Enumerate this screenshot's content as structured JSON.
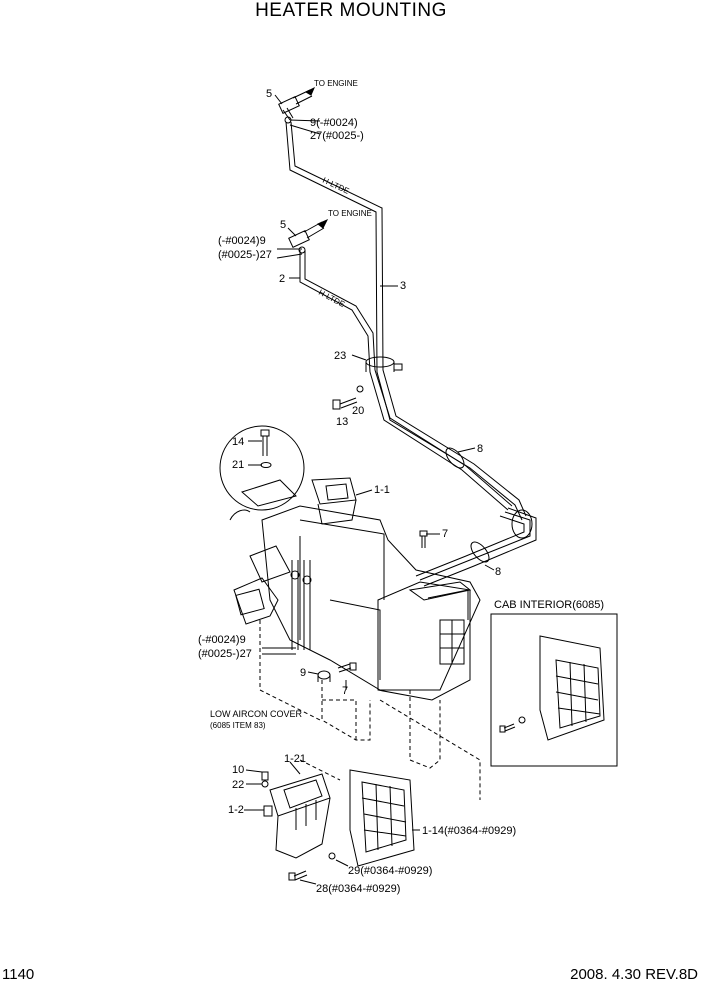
{
  "title": "HEATER MOUNTING",
  "labels": {
    "to_engine_1": "TO ENGINE",
    "to_engine_2": "TO ENGINE",
    "p5_top": "5",
    "p9_27_top_a": "9(-#0024)",
    "p9_27_top_b": "27(#0025-)",
    "p5_mid": "5",
    "p9_27_mid_a": "(-#0024)9",
    "p9_27_mid_b": "(#0025-)27",
    "p2": "2",
    "p3": "3",
    "p23": "23",
    "p20": "20",
    "p13": "13",
    "p14": "14",
    "p21": "21",
    "p8_upper": "8",
    "p1_1": "1-1",
    "p7_upper": "7",
    "p8_lower": "8",
    "cab_interior": "CAB INTERIOR(6085)",
    "p9_27_low_a": "(-#0024)9",
    "p9_27_low_b": "(#0025-)27",
    "p9_low": "9",
    "p7_low": "7",
    "low_aircon_a": "LOW AIRCON COVER",
    "low_aircon_b": "(6085 ITEM 83)",
    "p1_21": "1-21",
    "p10": "10",
    "p22": "22",
    "p1_2": "1-2",
    "p1_14": "1-14(#0364-#0929)",
    "p29": "29(#0364-#0929)",
    "p28": "28(#0364-#0929)"
  },
  "footer": {
    "page": "1140",
    "date": "2008. 4.30  REV.8D"
  }
}
